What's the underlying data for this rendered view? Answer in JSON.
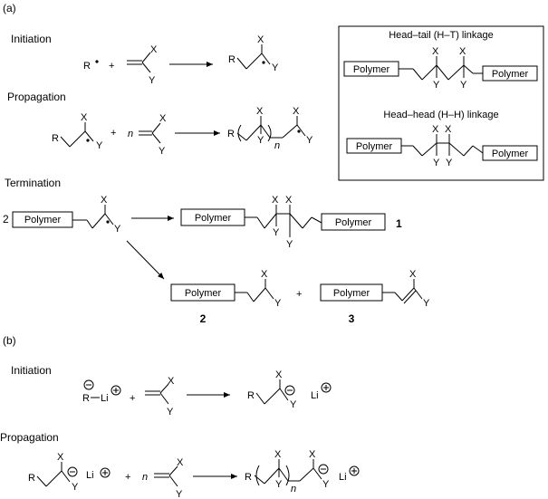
{
  "part_a": {
    "label": "(a)",
    "initiation": {
      "title": "Initiation",
      "reactant_radical": "R",
      "plus": "+",
      "x": "X",
      "y": "Y",
      "product_r": "R",
      "product_x": "X",
      "product_y": "Y"
    },
    "propagation": {
      "title": "Propagation",
      "reactant_r": "R",
      "x": "X",
      "y": "Y",
      "plus": "+",
      "n": "n",
      "monomer_x": "X",
      "monomer_y": "Y",
      "product_r": "R",
      "product_n": "n",
      "product_x1": "X",
      "product_y1": "Y",
      "product_x2": "X",
      "product_y2": "Y"
    },
    "termination": {
      "title": "Termination",
      "coef": "2",
      "polymer": "Polymer",
      "x": "X",
      "y": "Y",
      "product1_left": "Polymer",
      "product1_right": "Polymer",
      "product1_label": "1",
      "product1_x1": "X",
      "product1_x2": "X",
      "product1_y1": "Y",
      "product1_y2": "Y",
      "product2_polymer": "Polymer",
      "product2_x": "X",
      "product2_y": "Y",
      "product2_label": "2",
      "plus": "+",
      "product3_polymer": "Polymer",
      "product3_x": "X",
      "product3_y": "Y",
      "product3_label": "3"
    },
    "linkage_box": {
      "ht_title": "Head–tail (H–T) linkage",
      "ht_left": "Polymer",
      "ht_right": "Polymer",
      "ht_x1": "X",
      "ht_x2": "X",
      "ht_y1": "Y",
      "ht_y2": "Y",
      "hh_title": "Head–head (H–H) linkage",
      "hh_left": "Polymer",
      "hh_right": "Polymer",
      "hh_x1": "X",
      "hh_x2": "X",
      "hh_y1": "Y",
      "hh_y2": "Y"
    }
  },
  "part_b": {
    "label": "(b)",
    "initiation": {
      "title": "Initiation",
      "r": "R",
      "li": "Li",
      "plus": "+",
      "x": "X",
      "y": "Y",
      "product_r": "R",
      "product_x": "X",
      "product_y": "Y",
      "product_li": "Li"
    },
    "propagation": {
      "title": "Propagation",
      "r": "R",
      "x": "X",
      "y": "Y",
      "li": "Li",
      "plus": "+",
      "n": "n",
      "monomer_x": "X",
      "monomer_y": "Y",
      "product_r": "R",
      "product_x1": "X",
      "product_y1": "Y",
      "product_n": "n",
      "product_x2": "X",
      "product_y2": "Y",
      "product_li": "Li"
    }
  }
}
